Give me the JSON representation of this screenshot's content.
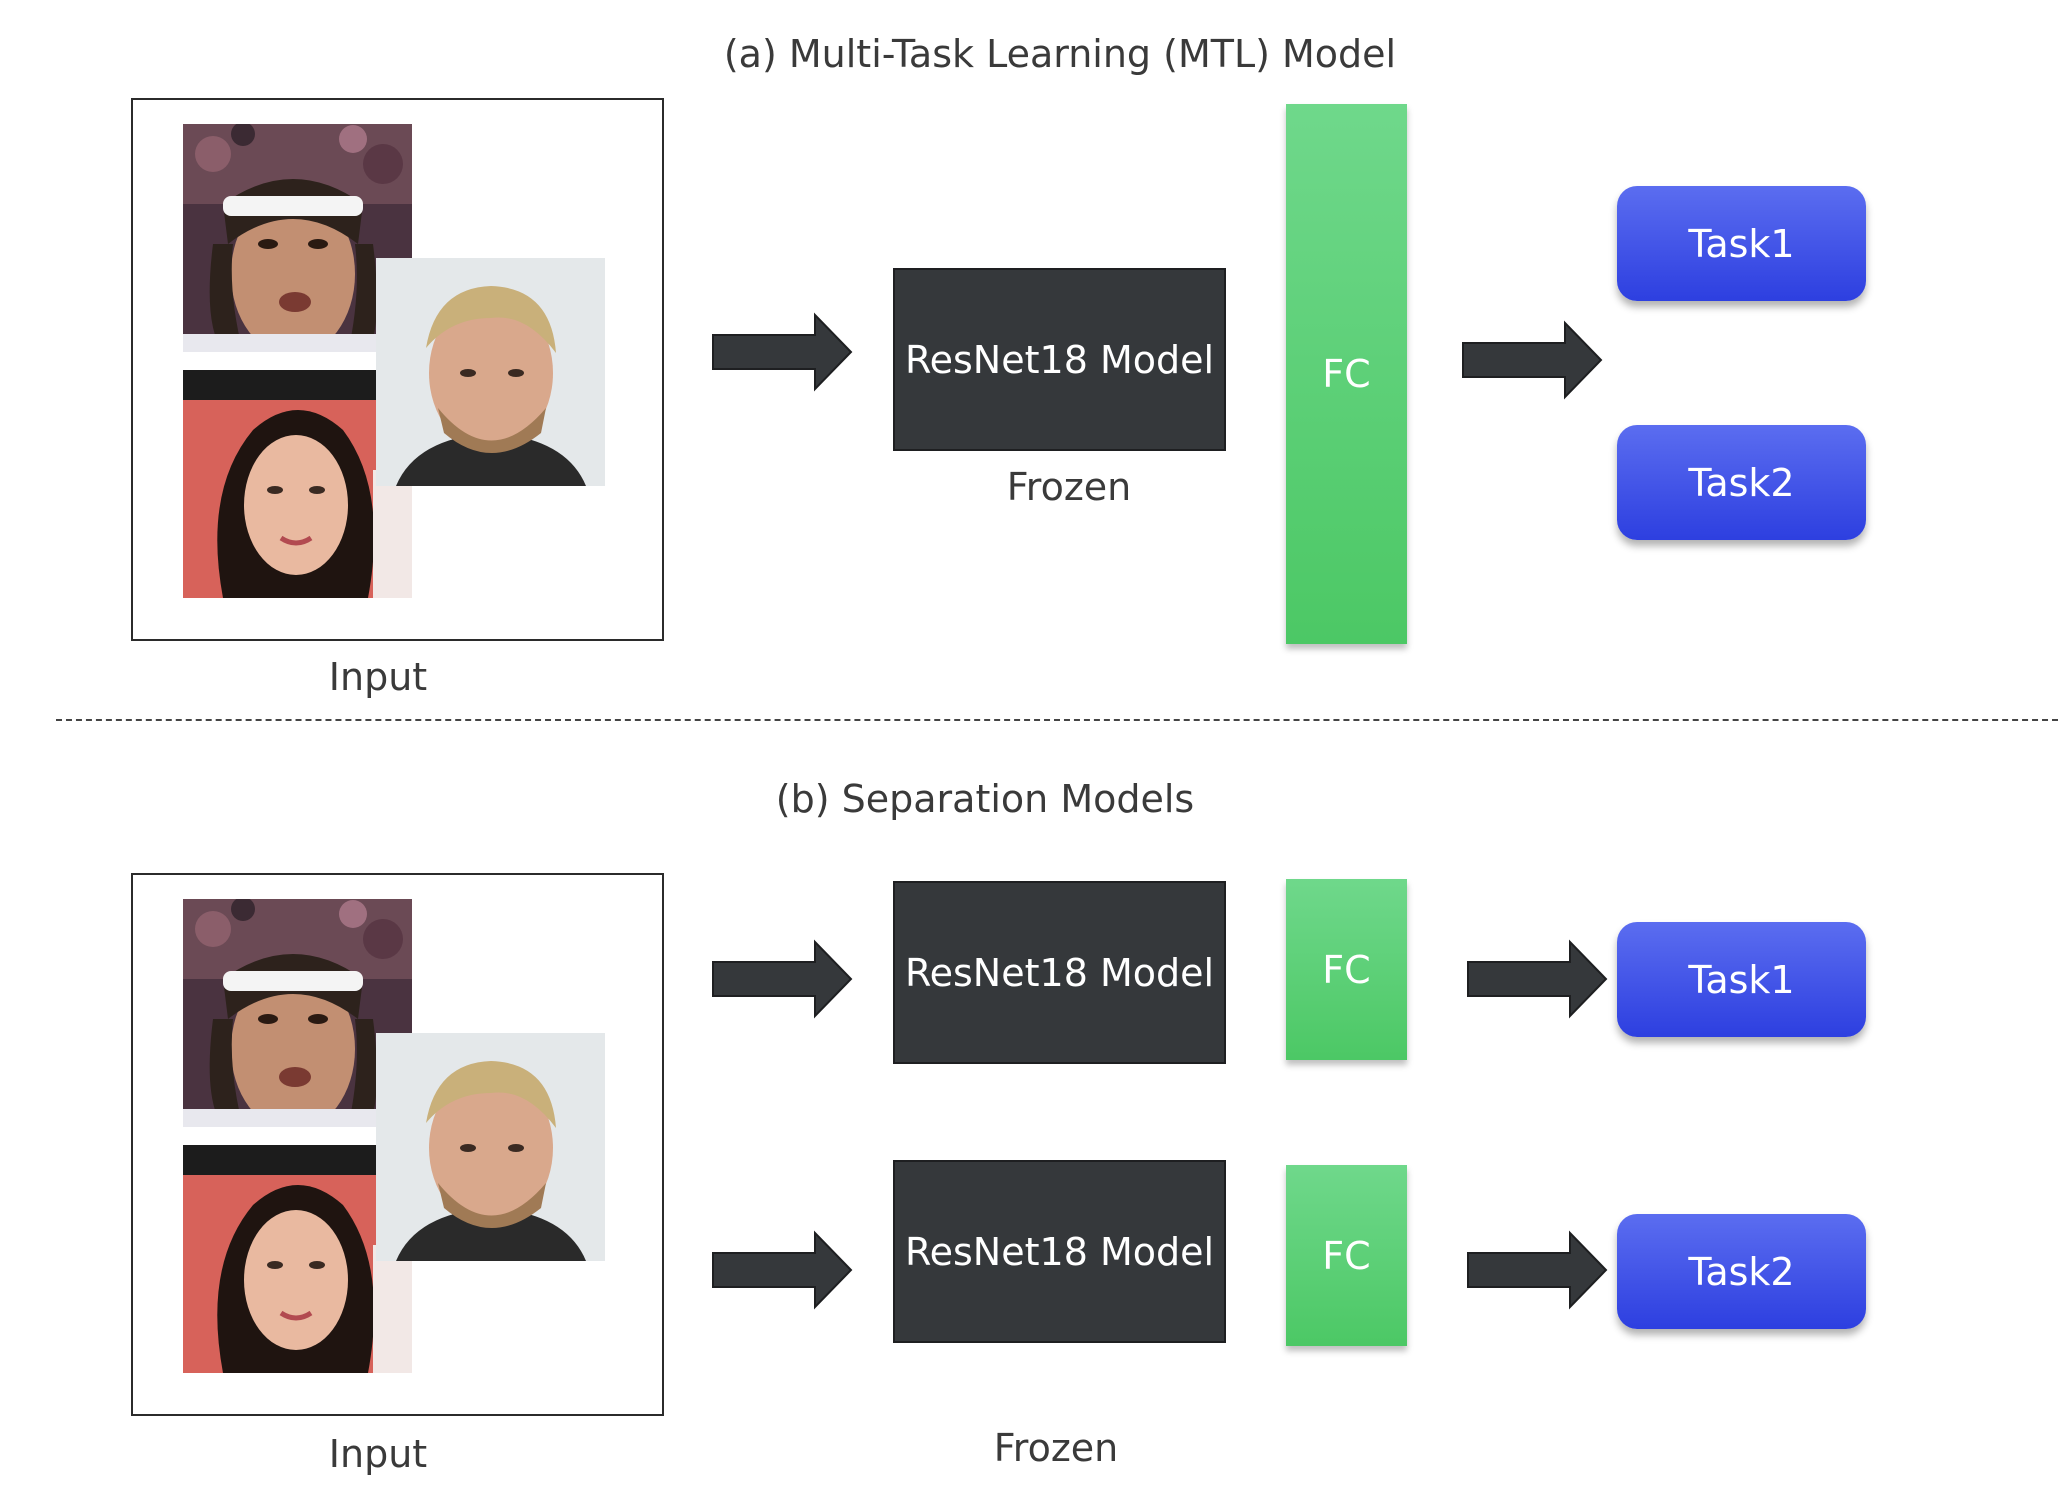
{
  "colors": {
    "model_fill": "#35383b",
    "fc_fill": "#4cc865",
    "task_fill": "#2d3fe0",
    "arrow_fill": "#35383b"
  },
  "section_a": {
    "title": "(a) Multi-Task Learning (MTL) Model",
    "input_caption": "Input",
    "model_label": "ResNet18 Model",
    "frozen_label": "Frozen",
    "fc_label": "FC",
    "task1_label": "Task1",
    "task2_label": "Task2"
  },
  "section_b": {
    "title": "(b) Separation Models",
    "input_caption": "Input",
    "model1_label": "ResNet18 Model",
    "model2_label": "ResNet18 Model",
    "frozen_label": "Frozen",
    "fc1_label": "FC",
    "fc2_label": "FC",
    "task1_label": "Task1",
    "task2_label": "Task2"
  },
  "icons": [
    "face-photo-headband-man",
    "face-photo-blond-man",
    "face-photo-woman",
    "right-arrow-icon"
  ]
}
